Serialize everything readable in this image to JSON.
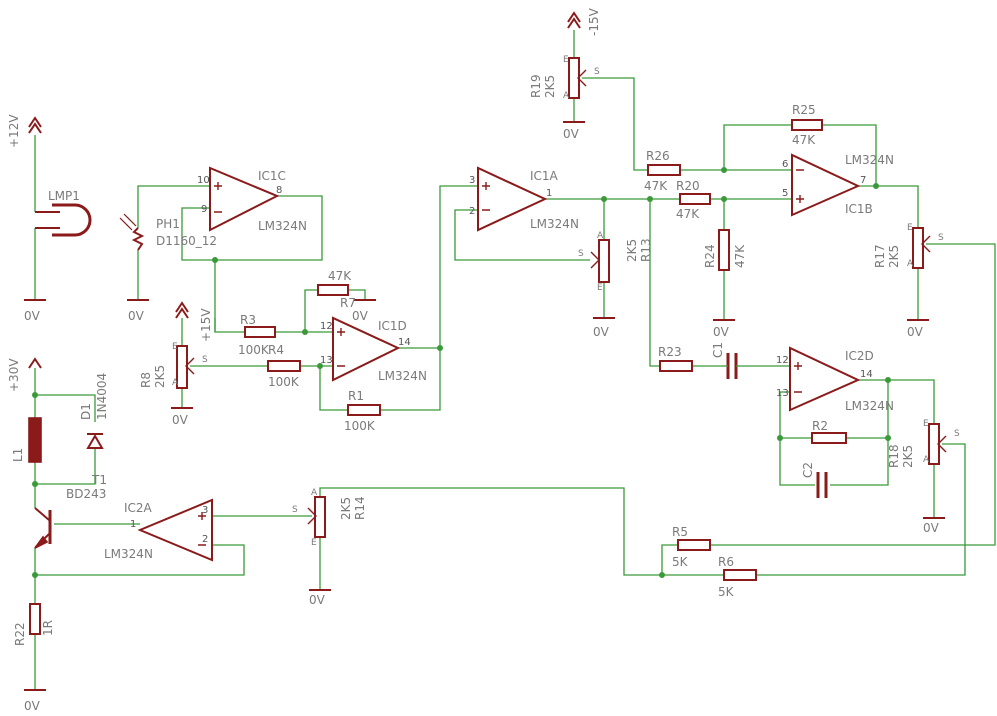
{
  "labels": {
    "v12": "+12V",
    "v15": "+15V",
    "vm15": "-15V",
    "v30": "+30V",
    "gnd": "0V",
    "lmp1": "LMP1",
    "ph1": "PH1",
    "ph1_val": "D1160_12",
    "r3": "R3",
    "r3_val": "100K",
    "r4": "R4",
    "r4_val": "100K",
    "r1": "R1",
    "r1_val": "100K",
    "r7": "R7",
    "r7_val": "47K",
    "r8": "R8",
    "r8_val": "2K5",
    "r19": "R19",
    "r19_val": "2K5",
    "r26": "R26",
    "r26_val": "47K",
    "r20": "R20",
    "r20_val": "47K",
    "r25": "R25",
    "r25_val": "47K",
    "r24": "R24",
    "r24_val": "47K",
    "r13": "R13",
    "r13_val": "2K5",
    "r17": "R17",
    "r17_val": "2K5",
    "r23": "R23",
    "c1": "C1",
    "r2": "R2",
    "c2": "C2",
    "r18": "R18",
    "r18_val": "2K5",
    "r14": "R14",
    "r14_val": "2K5",
    "r5": "R5",
    "r5_val": "5K",
    "r6": "R6",
    "r6_val": "5K",
    "r22": "R22",
    "r22_val": "1R",
    "l1": "L1",
    "d1": "D1",
    "d1_val": "1N4004",
    "t1": "T1",
    "t1_val": "BD243",
    "ic1a": "IC1A",
    "ic1b": "IC1B",
    "ic1c": "IC1C",
    "ic1d": "IC1D",
    "ic2a": "IC2A",
    "ic2d": "IC2D",
    "lm324n": "LM324N",
    "pin_a": "A",
    "pin_e": "E",
    "pin_s": "S",
    "n1": "1",
    "n2": "2",
    "n3": "3",
    "n5": "5",
    "n6": "6",
    "n7": "7",
    "n8": "8",
    "n9": "9",
    "n10": "10",
    "n12": "12",
    "n13": "13",
    "n14": "14"
  },
  "colors": {
    "wire": "#3a9a3a",
    "part": "#8b1a1a",
    "text": "#7a7a7a",
    "background": "#ffffff"
  }
}
